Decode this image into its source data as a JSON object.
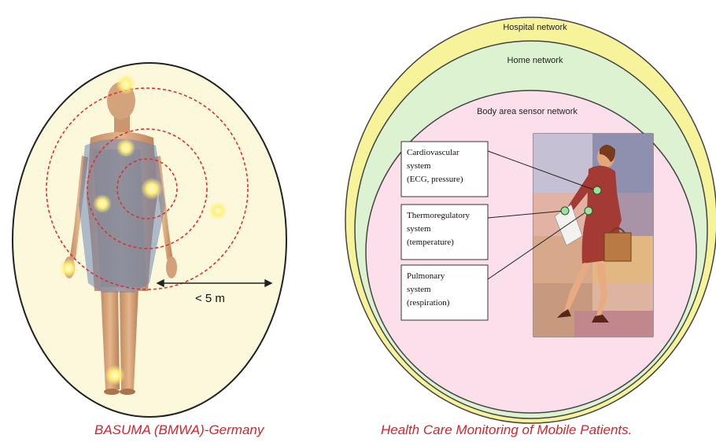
{
  "left_panel": {
    "distance_label": "< 5 m",
    "caption": "BASUMA (BMWA)-Germany"
  },
  "right_panel": {
    "hospital_label": "Hospital network",
    "home_label": "Home network",
    "body_label": "Body area sensor network",
    "caption": "Health Care Monitoring of Mobile Patients.",
    "boxes": [
      {
        "lines": [
          "Cardiovascular",
          "system",
          "(ECG, pressure)"
        ]
      },
      {
        "lines": [
          "Thermoregulatory",
          "system",
          "(temperature)"
        ]
      },
      {
        "lines": [
          "Pulmonary",
          "system",
          "(respiration)"
        ]
      }
    ]
  },
  "colors": {
    "caption": "#d8222a",
    "hospital": "#f7f39a",
    "home": "#dcf2d0",
    "body": "#fbe0ec",
    "left_bg": "#fbf8dc",
    "rings": "#e03030",
    "sensor": "#ffee70",
    "wire_sensor": "#9fe09f"
  }
}
